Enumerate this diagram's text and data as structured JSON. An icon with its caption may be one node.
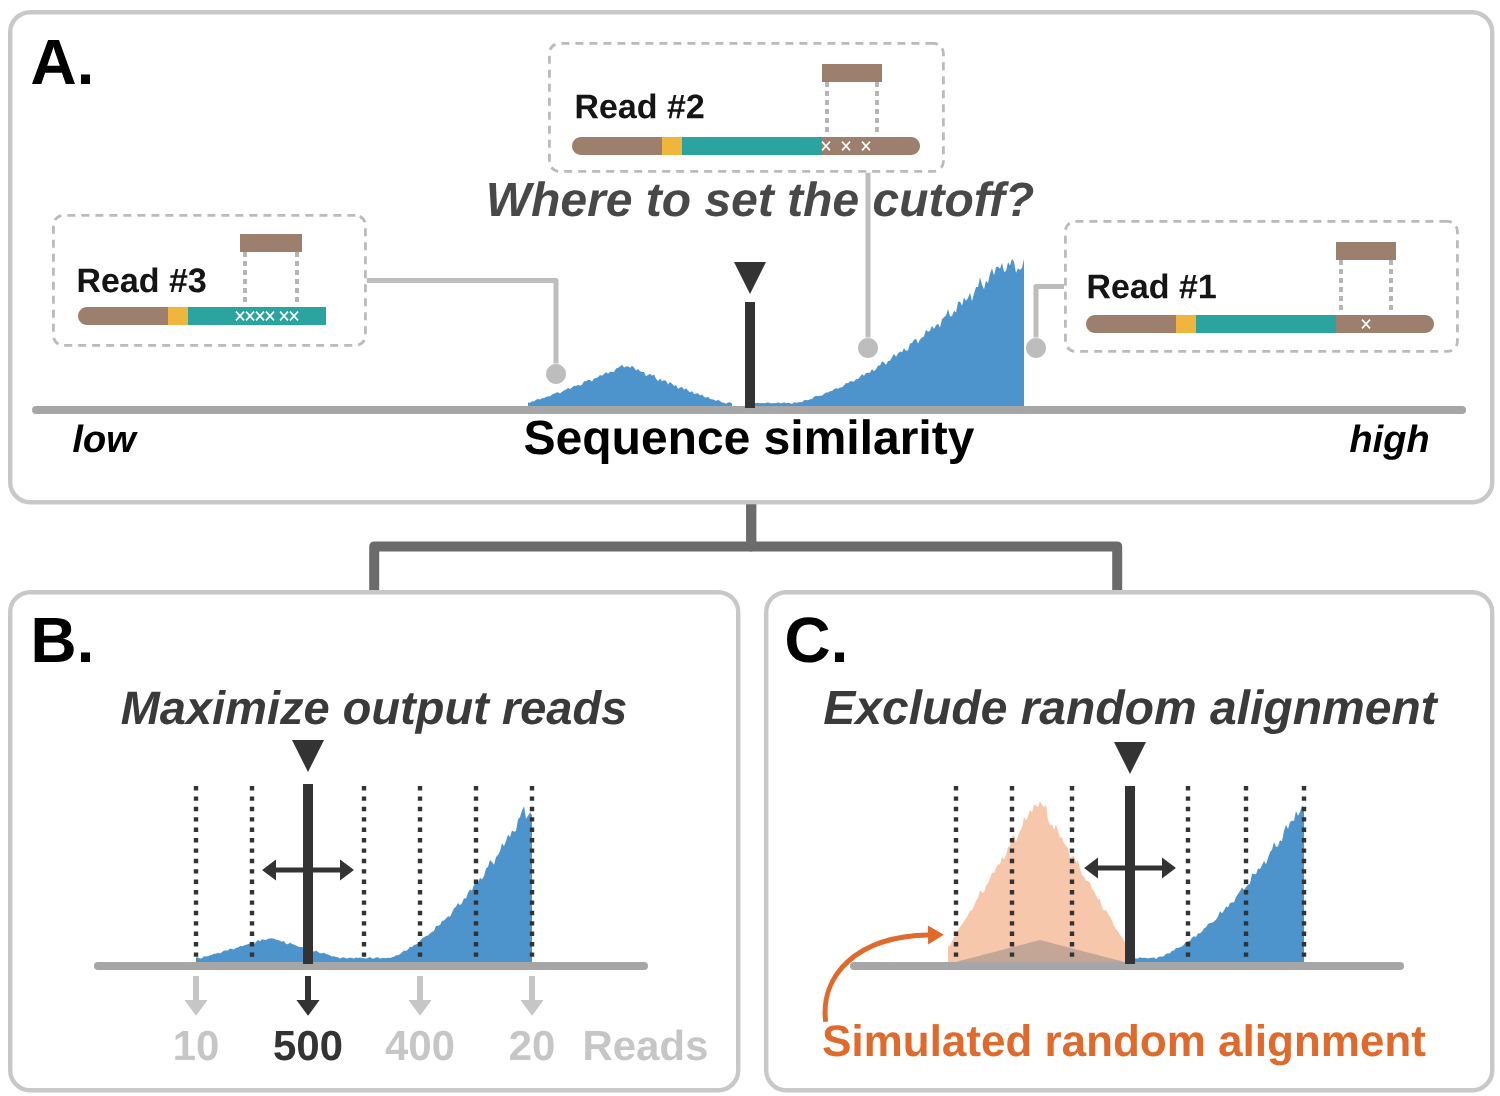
{
  "diagram": {
    "nodes": [
      {
        "text": [
          "A.",
          "Where to set the cutoff?"
        ]
      },
      {
        "text": [
          "Read #2"
        ],
        "in": 0
      },
      {
        "text": [
          "Read #3"
        ],
        "in": 0
      },
      {
        "text": [
          "Read #1"
        ],
        "in": 0
      },
      {
        "text": [],
        "shape": "circle",
        "in": 0
      },
      {
        "text": [],
        "shape": "circle",
        "in": 0
      },
      {
        "text": [],
        "shape": "circle",
        "in": 0
      },
      {
        "text": [
          "B.",
          "Maximize output reads"
        ]
      },
      {
        "text": [
          "C.",
          "Exclude random alignment"
        ]
      },
      {
        "text": [],
        "shape": "picture",
        "in": 8
      },
      {
        "text": [
          "Simulated random alignment"
        ],
        "in": 8
      }
    ],
    "edges": [
      {
        "from": 2,
        "to": 4,
        "arrow": "none"
      },
      {
        "from": 1,
        "to": 5,
        "arrow": "none"
      },
      {
        "from": 3,
        "to": 6,
        "arrow": "none"
      },
      {
        "from": 0,
        "to": 7,
        "arrow": "none",
        "style": "thick",
        "color": "#6b6b6b"
      },
      {
        "from": 0,
        "to": 8,
        "arrow": "none",
        "style": "thick",
        "color": "#6b6b6b"
      },
      {
        "from": 10,
        "to": 9,
        "arrow": "to",
        "color": "#e0692c"
      }
    ],
    "labels": [
      "low",
      "Sequence similarity",
      "high",
      "10",
      "500",
      "400",
      "20",
      "Reads"
    ]
  }
}
